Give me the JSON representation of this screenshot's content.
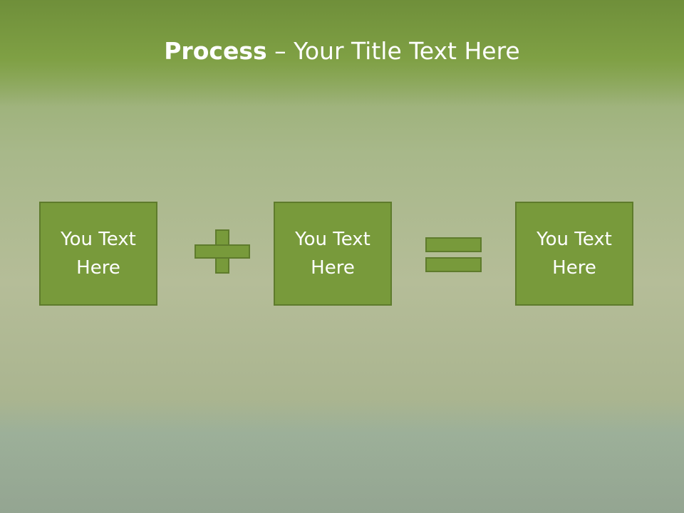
{
  "slide": {
    "title_bold": "Process",
    "title_rest": " – Your Title Text Here",
    "boxes": [
      {
        "label": "You Text\nHere"
      },
      {
        "label": "You Text\nHere"
      },
      {
        "label": "You Text\nHere"
      }
    ],
    "operators": [
      "plus-icon",
      "equals-icon"
    ],
    "colors": {
      "box": "#789a3b",
      "box_border": "#5e7b2c",
      "title_band": "#7fa044",
      "title_text": "#ffffff"
    }
  }
}
